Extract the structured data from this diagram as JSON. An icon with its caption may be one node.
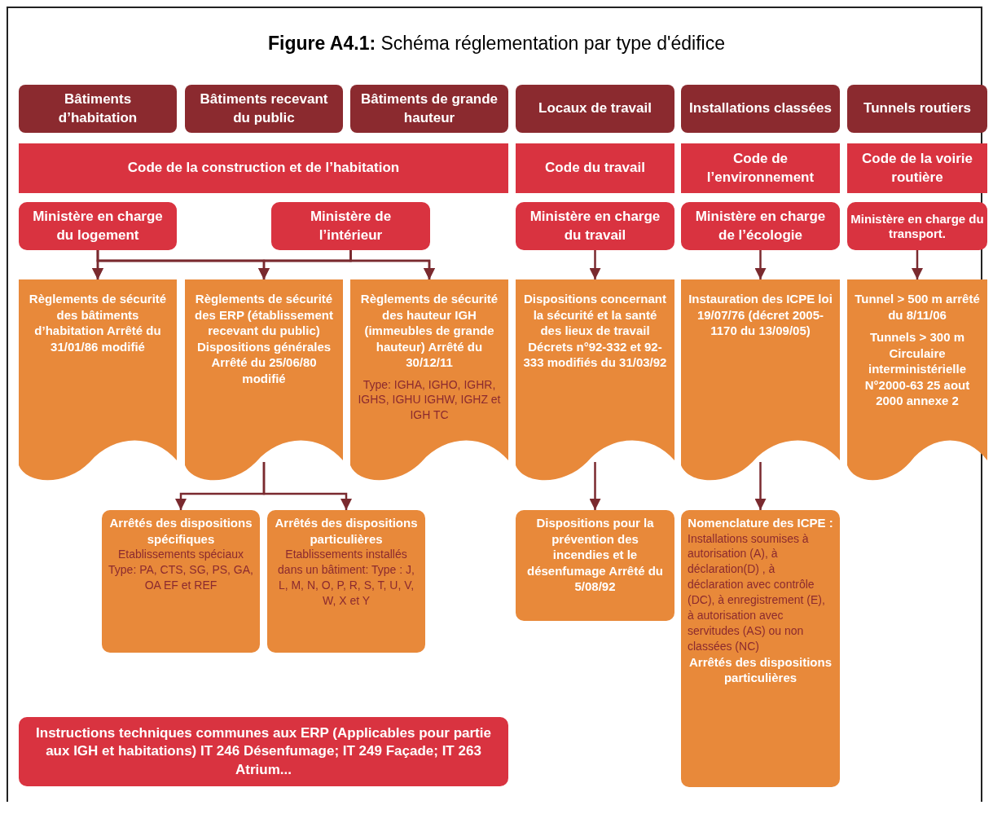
{
  "diagram": {
    "title": "**Figure A4.1:** Schéma réglementation par type d'édifice",
    "nodes": [
      {
        "text": [
          "Bâtiments d’habitation"
        ]
      },
      {
        "text": [
          "Bâtiments recevant du public"
        ]
      },
      {
        "text": [
          "Bâtiments de grande hauteur"
        ]
      },
      {
        "text": [
          "Locaux de travail"
        ]
      },
      {
        "text": [
          "Installations classées"
        ]
      },
      {
        "text": [
          "Tunnels routiers"
        ]
      },
      {
        "text": [
          "Code de la construction et de l’habitation"
        ]
      },
      {
        "text": [
          "Code du travail"
        ]
      },
      {
        "text": [
          "Code de l’environnement"
        ]
      },
      {
        "text": [
          "Code de la voirie routière"
        ]
      },
      {
        "text": [
          "Ministère en charge du logement"
        ]
      },
      {
        "text": [
          "Ministère de l’intérieur"
        ]
      },
      {
        "text": [
          "Ministère en charge du travail"
        ]
      },
      {
        "text": [
          "Ministère en charge de l’écologie"
        ]
      },
      {
        "text": [
          "Ministère en charge du transport."
        ]
      },
      {
        "text": [
          "Règlements de sécurité des bâtiments d’habitation Arrêté du 31/01/86 modifié"
        ]
      },
      {
        "text": [
          "Règlements de sécurité des ERP (établissement recevant du public) Dispositions générales Arrêté du 25/06/80 modifié"
        ]
      },
      {
        "text": [
          "Règlements de sécurité des hauteur IGH (immeubles de grande hauteur) Arrêté du 30/12/11",
          "Type: IGHA, IGHO, IGHR, IGHS, IGHU IGHW, IGHZ et IGH TC"
        ]
      },
      {
        "text": [
          "Dispositions concernant la sécurité et la santé des lieux de travail Décrets n°92-332 et 92-333 modifiés du 31/03/92"
        ]
      },
      {
        "text": [
          "Instauration des ICPE loi 19/07/76 (décret 2005-1170 du 13/09/05)"
        ]
      },
      {
        "text": [
          "Tunnel > 500 m arrêté du 8/11/06",
          "Tunnels > 300 m Circulaire interministérielle N°2000-63 25 aout 2000 annexe 2"
        ]
      },
      {
        "text": [
          "Arrêtés des dispositions spécifiques",
          "Etablissements spéciaux Type: PA, CTS, SG, PS, GA, OA EF et REF"
        ]
      },
      {
        "text": [
          "Arrêtés des dispositions particulières",
          "Etablissements installés dans un bâtiment: Type : J, L, M, N, O, P, R, S, T, U, V, W, X et Y"
        ]
      },
      {
        "text": [
          "Dispositions pour la prévention des incendies et le désenfumage Arrêté du 5/08/92"
        ]
      },
      {
        "text": [
          "Nomenclature des ICPE :",
          "Installations soumises à autorisation (A), à déclaration(D) , à déclaration avec contrôle (DC), à enregistrement (E), à autorisation avec servitudes (AS) ou non classées (NC)",
          "Arrêtés des dispositions particulières"
        ]
      },
      {
        "text": [
          "Instructions techniques communes aux ERP (Applicables pour partie aux IGH et habitations) IT 246 Désenfumage; IT 249 Façade; IT 263 Atrium..."
        ]
      }
    ],
    "edges": [
      {
        "from": 10,
        "to": 15,
        "arrow": "to"
      },
      {
        "from": 10,
        "to": 16,
        "arrow": "to"
      },
      {
        "from": 10,
        "to": 17,
        "arrow": "to"
      },
      {
        "from": 11,
        "to": 15,
        "arrow": "to"
      },
      {
        "from": 11,
        "to": 16,
        "arrow": "to"
      },
      {
        "from": 11,
        "to": 17,
        "arrow": "to"
      },
      {
        "from": 12,
        "to": 18,
        "arrow": "to"
      },
      {
        "from": 13,
        "to": 19,
        "arrow": "to"
      },
      {
        "from": 14,
        "to": 20,
        "arrow": "to"
      },
      {
        "from": 16,
        "to": 21,
        "arrow": "to"
      },
      {
        "from": 16,
        "to": 22,
        "arrow": "to"
      },
      {
        "from": 18,
        "to": 23,
        "arrow": "to"
      },
      {
        "from": 19,
        "to": 24,
        "arrow": "to"
      }
    ]
  }
}
